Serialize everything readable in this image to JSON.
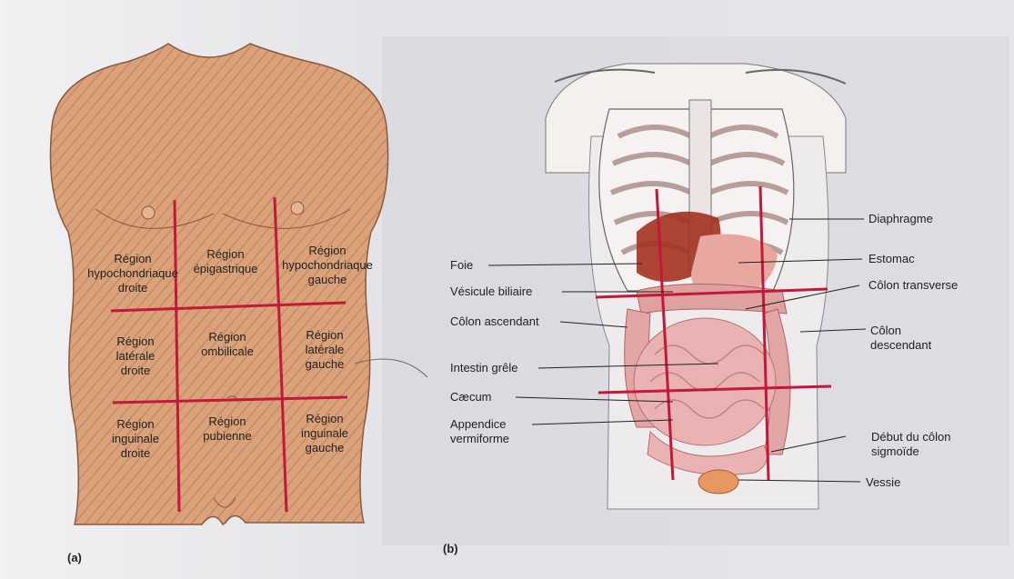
{
  "figure_a": {
    "letter": "(a)",
    "regions": [
      {
        "key": "hypo_droite",
        "text": "Région\nhypochondriaque\ndroite"
      },
      {
        "key": "epigastrique",
        "text": "Région\népigastrique"
      },
      {
        "key": "hypo_gauche",
        "text": "Région\nhypochondriaque\ngauche"
      },
      {
        "key": "lat_droite",
        "text": "Région\nlatérale\ndroite"
      },
      {
        "key": "ombilicale",
        "text": "Région\nombilicale"
      },
      {
        "key": "lat_gauche",
        "text": "Région\nlatérale\ngauche"
      },
      {
        "key": "ing_droite",
        "text": "Région\ninguinale\ndroite"
      },
      {
        "key": "pubienne",
        "text": "Région\npubienne"
      },
      {
        "key": "ing_gauche",
        "text": "Région\ninguinale\ngauche"
      }
    ]
  },
  "figure_b": {
    "letter": "(b)",
    "labels_left": [
      "Foie",
      "Vésicule biliaire",
      "Côlon ascendant",
      "Intestin grêle",
      "Cæcum",
      "Appendice\nvermiforme"
    ],
    "labels_right": [
      "Diaphragme",
      "Estomac",
      "Côlon transverse",
      "Côlon\ndescendant",
      "Début du côlon\nsigmoïde",
      "Vessie"
    ]
  },
  "colors": {
    "skin": "#d9a27a",
    "skin_stripe": "#c98a63",
    "grid_line": "#c2183a",
    "organ": "#e7a3a3",
    "liver": "#a3321f"
  }
}
